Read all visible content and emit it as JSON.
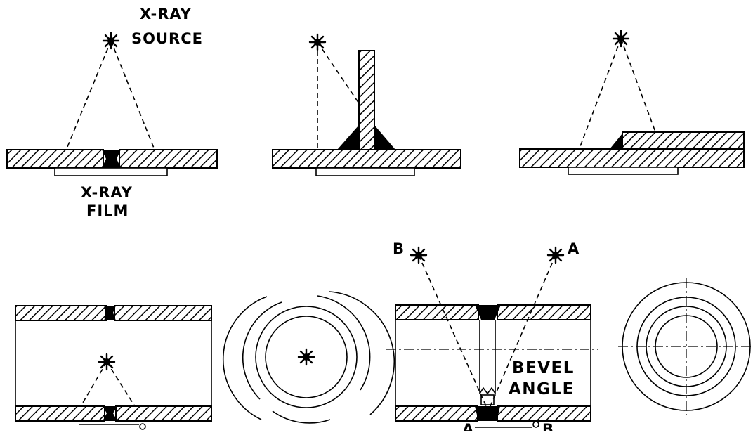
{
  "labels": {
    "source_line1": "X-RAY",
    "source_line2": "SOURCE",
    "film_line1": "X-RAY",
    "film_line2": "FILM",
    "bevel_line1": "BEVEL",
    "bevel_line2": "ANGLE",
    "marker_b": "B",
    "marker_a": "A",
    "film_end_a": "A",
    "film_end_b": "B"
  },
  "icons": {
    "source": "starburst-icon"
  },
  "colors": {
    "ink": "#000000",
    "paper": "#ffffff"
  }
}
